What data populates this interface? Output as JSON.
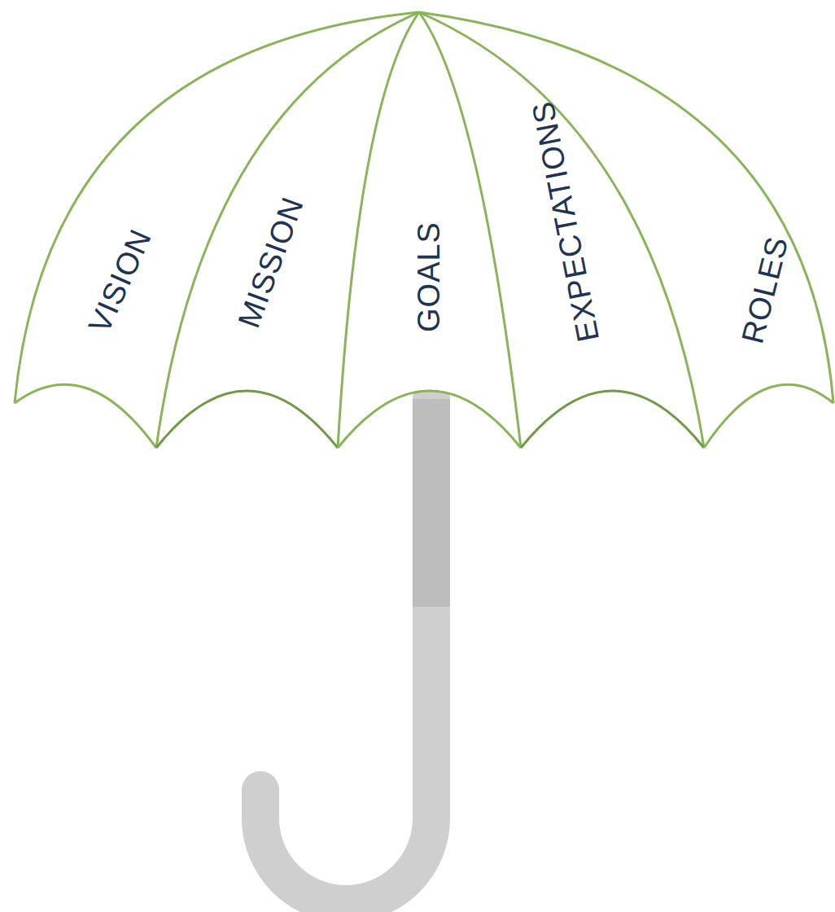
{
  "diagram": {
    "labels": [
      "VISION",
      "MISSION",
      "GOALS",
      "EXPECTATIONS",
      "ROLES"
    ]
  }
}
